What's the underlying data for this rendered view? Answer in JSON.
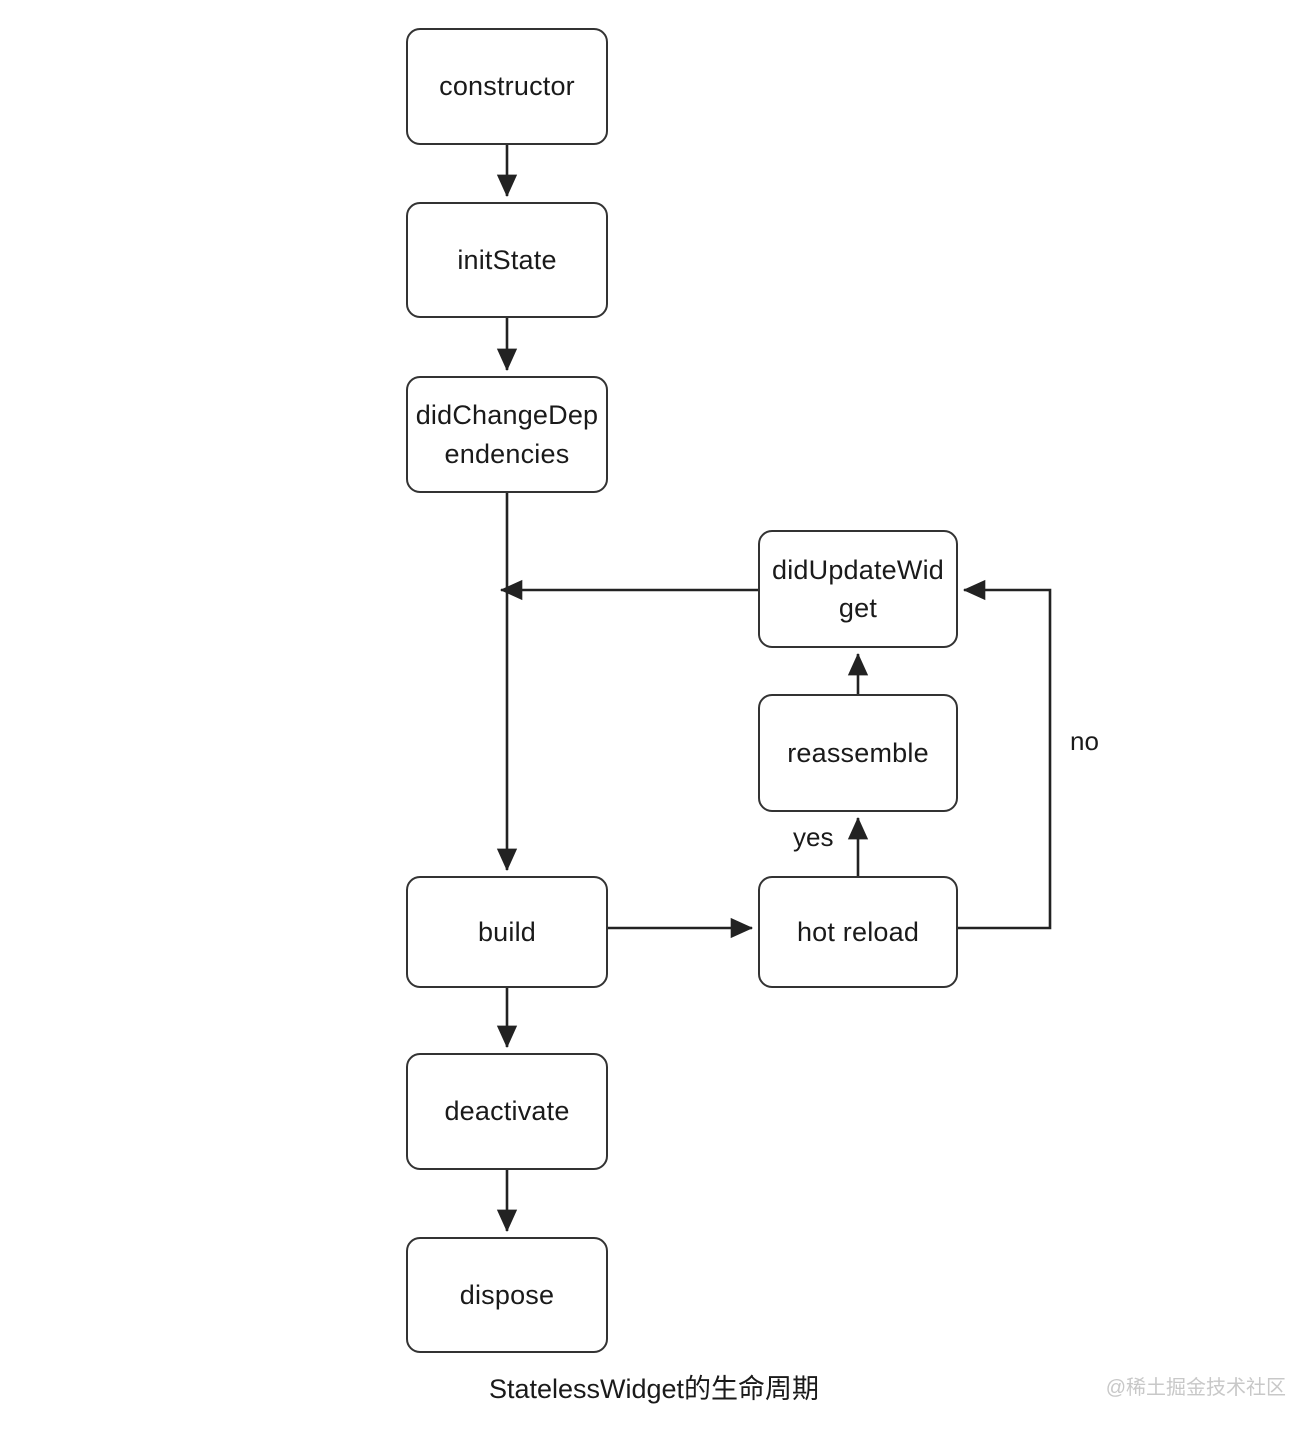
{
  "diagram": {
    "title_caption": "StatelessWidget的生命周期",
    "watermark": "@稀土掘金技术社区",
    "stroke_color": "#333333",
    "text_color": "#1a1a1a",
    "background_color": "#ffffff",
    "nodes": [
      {
        "id": "constructor",
        "label": "constructor",
        "column": "left"
      },
      {
        "id": "initState",
        "label": "initState",
        "column": "left"
      },
      {
        "id": "didChangeDependencies",
        "label": "didChangeDep\nendencies",
        "column": "left"
      },
      {
        "id": "build",
        "label": "build",
        "column": "left"
      },
      {
        "id": "deactivate",
        "label": "deactivate",
        "column": "left"
      },
      {
        "id": "dispose",
        "label": "dispose",
        "column": "left"
      },
      {
        "id": "didUpdateWidget",
        "label": "didUpdateWid\nget",
        "column": "right"
      },
      {
        "id": "reassemble",
        "label": "reassemble",
        "column": "right"
      },
      {
        "id": "hotReload",
        "label": "hot reload",
        "column": "right"
      }
    ],
    "edges": [
      {
        "from": "constructor",
        "to": "initState",
        "label": ""
      },
      {
        "from": "initState",
        "to": "didChangeDependencies",
        "label": ""
      },
      {
        "from": "didChangeDependencies",
        "to": "build",
        "label": ""
      },
      {
        "from": "build",
        "to": "hotReload",
        "label": ""
      },
      {
        "from": "hotReload",
        "to": "reassemble",
        "label": "yes"
      },
      {
        "from": "reassemble",
        "to": "didUpdateWidget",
        "label": ""
      },
      {
        "from": "hotReload",
        "to": "didUpdateWidget",
        "label": "no"
      },
      {
        "from": "didUpdateWidget",
        "to": "build",
        "label": ""
      },
      {
        "from": "build",
        "to": "deactivate",
        "label": ""
      },
      {
        "from": "deactivate",
        "to": "dispose",
        "label": ""
      }
    ],
    "edge_labels": {
      "yes": "yes",
      "no": "no"
    }
  }
}
